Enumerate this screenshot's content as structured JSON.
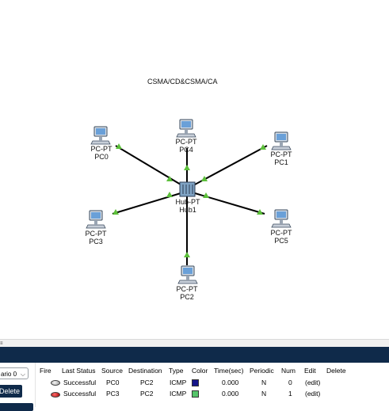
{
  "workspace": {
    "title": "CSMA/CD&CSMA/CA",
    "devices": [
      {
        "id": "pc0",
        "type": "PC-PT",
        "name": "PC0"
      },
      {
        "id": "pc4",
        "type": "PC-PT",
        "name": "PC4"
      },
      {
        "id": "pc1",
        "type": "PC-PT",
        "name": "PC1"
      },
      {
        "id": "hub1",
        "type": "Hub-PT",
        "name": "Hub1"
      },
      {
        "id": "pc3",
        "type": "PC-PT",
        "name": "PC3"
      },
      {
        "id": "pc5",
        "type": "PC-PT",
        "name": "PC5"
      },
      {
        "id": "pc2",
        "type": "PC-PT",
        "name": "PC2"
      }
    ],
    "link_color": "#000000",
    "link_indicator_color": "#5cbf3a"
  },
  "scroll_strip": {
    "marker": "≡"
  },
  "pdu_panel": {
    "scenario": "ario 0",
    "delete_label": "Delete",
    "headers": [
      "Fire",
      "Last Status",
      "Source",
      "Destination",
      "Type",
      "Color",
      "Time(sec)",
      "Periodic",
      "Num",
      "Edit",
      "Delete"
    ],
    "rows": [
      {
        "status": "Successful",
        "source": "PC0",
        "destination": "PC2",
        "type": "ICMP",
        "color": "#14148a",
        "time": "0.000",
        "periodic": "N",
        "num": "0",
        "edit": "(edit)"
      },
      {
        "status": "Successful",
        "source": "PC3",
        "destination": "PC2",
        "type": "ICMP",
        "color": "#55c46a",
        "time": "0.000",
        "periodic": "N",
        "num": "1",
        "edit": "(edit)"
      }
    ]
  },
  "colors": {
    "header_band": "#0f2a4a"
  }
}
